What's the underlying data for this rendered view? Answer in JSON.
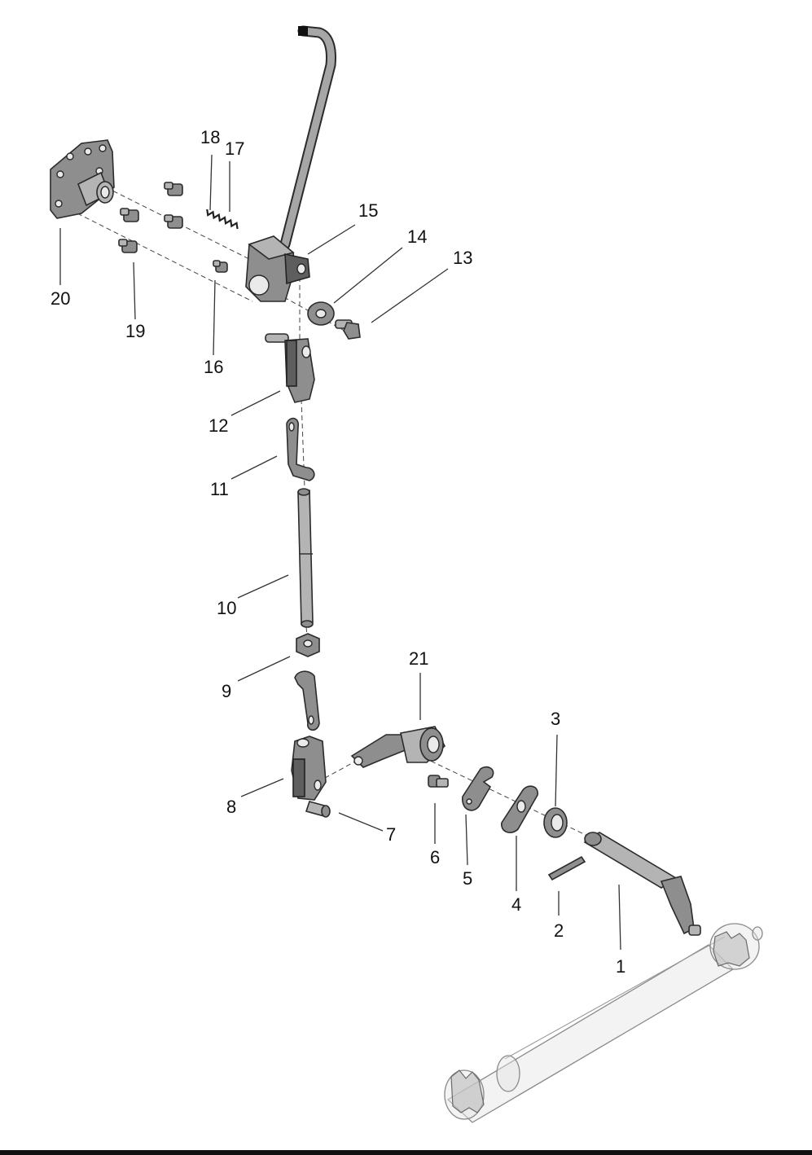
{
  "callouts": {
    "p1": "1",
    "p2": "2",
    "p3": "3",
    "p4": "4",
    "p5": "5",
    "p6": "6",
    "p7": "7",
    "p8": "8",
    "p9": "9",
    "p10": "10",
    "p11": "11",
    "p12": "12",
    "p13": "13",
    "p14": "14",
    "p15": "15",
    "p16": "16",
    "p17": "17",
    "p18": "18",
    "p19": "19",
    "p20": "20",
    "p21": "21"
  },
  "colors": {
    "metal": "#8e8e8e",
    "outline": "#2b2b2b",
    "ghost": "#e4e4e4",
    "background": "#ffffff"
  }
}
